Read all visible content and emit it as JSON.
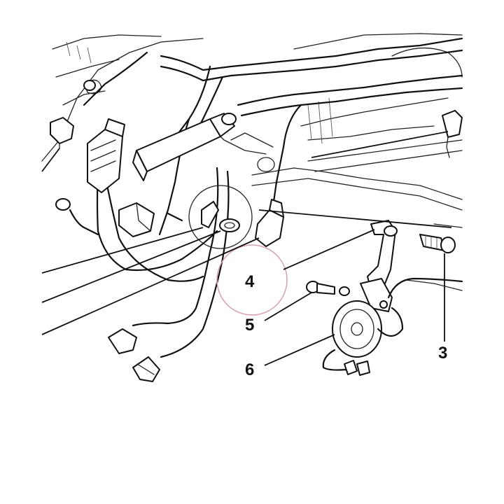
{
  "callouts": [
    {
      "id": "c3",
      "label": "3"
    },
    {
      "id": "c4",
      "label": "4"
    },
    {
      "id": "c5",
      "label": "5"
    },
    {
      "id": "c6",
      "label": "6"
    }
  ],
  "colors": {
    "line": "#111111",
    "highlight_circle": "#d9a0a8",
    "background": "#ffffff"
  },
  "icons": [
    "horn-icon",
    "bracket-icon",
    "bolt-icon",
    "connector-icon",
    "wiring-harness-icon"
  ]
}
